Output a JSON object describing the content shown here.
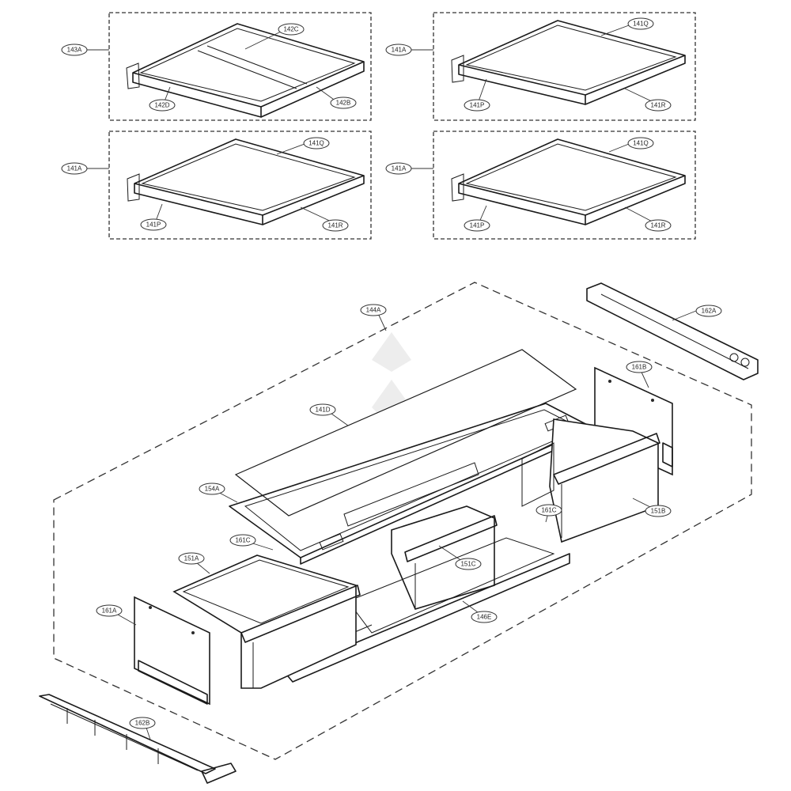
{
  "diagram": {
    "callouts": {
      "c143A": "143A",
      "c142C": "142C",
      "c142D": "142D",
      "c142B": "142B",
      "c141A_1": "141A",
      "c141Q_1": "141Q",
      "c141P_1": "141P",
      "c141R_1": "141R",
      "c141A_2": "141A",
      "c141Q_2": "141Q",
      "c141P_2": "141P",
      "c141R_2": "141R",
      "c141A_3": "141A",
      "c141Q_3": "141Q",
      "c141P_3": "141P",
      "c141R_3": "141R",
      "c144A": "144A",
      "c162A": "162A",
      "c161B": "161B",
      "c141D": "141D",
      "c154A": "154A",
      "c161C_1": "161C",
      "c161C_2": "161C",
      "c151B": "151B",
      "c151A": "151A",
      "c151C": "151C",
      "c161A": "161A",
      "c146E": "146E",
      "c162B": "162B"
    }
  }
}
